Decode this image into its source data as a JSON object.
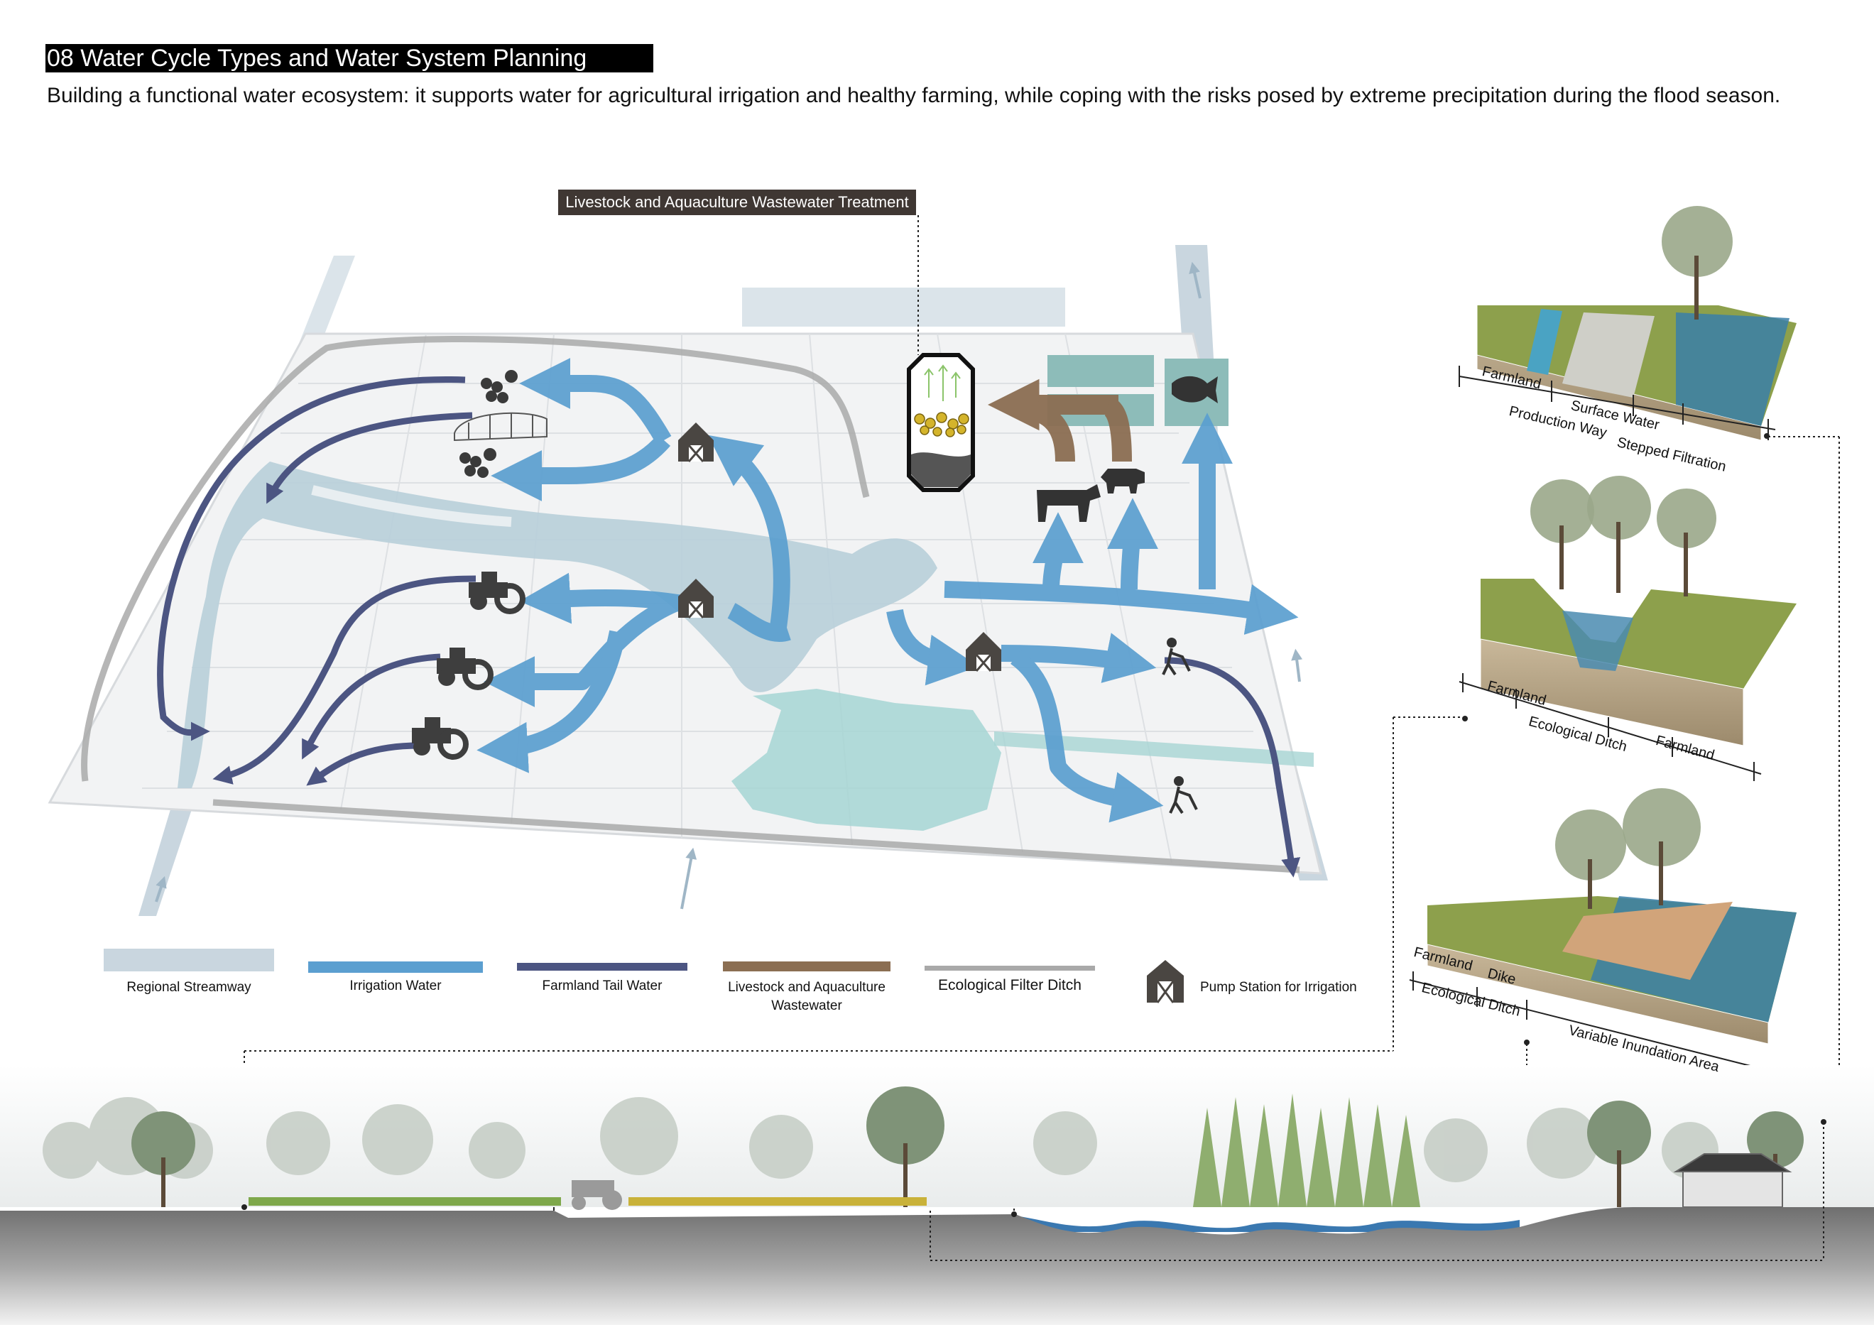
{
  "header": {
    "title": "08 Water Cycle Types and Water System Planning",
    "subtitle": "Building a functional water ecosystem: it supports water for agricultural irrigation and healthy farming, while coping with the risks posed by extreme precipitation during the flood season."
  },
  "callout": {
    "label": "Livestock and Aquaculture Wastewater Treatment"
  },
  "legend": {
    "items": [
      {
        "label": "Regional Streamway",
        "color": "#c9d6df"
      },
      {
        "label": "Irrigation Water",
        "color": "#5b9fd0"
      },
      {
        "label": "Farmland Tail Water",
        "color": "#4c5582"
      },
      {
        "label": "Livestock and Aquaculture Wastewater",
        "color": "#8b6e52"
      },
      {
        "label": "Ecological Filter Ditch",
        "color": "#a9a9a9"
      },
      {
        "label": "Pump Station for Irrigation",
        "icon": "barn-icon"
      }
    ]
  },
  "sections": {
    "section1": {
      "farmland": "Farmland",
      "surface_water": "Surface Water",
      "production_way": "Production Way",
      "stepped_filtration": "Stepped Filtration"
    },
    "section2": {
      "farmland_left": "Farmland",
      "ecological_ditch": "Ecological Ditch",
      "farmland_right": "Farmland"
    },
    "section3": {
      "farmland": "Farmland",
      "dike": "Dike",
      "ecological_ditch": "Ecological Ditch",
      "variable_inundation": "Variable Inundation Area"
    }
  },
  "colors": {
    "streamway": "#c9d6df",
    "irrigation": "#5b9fd0",
    "tail_water": "#4c5582",
    "wastewater": "#8b6e52",
    "filter_ditch": "#a9a9a9"
  }
}
